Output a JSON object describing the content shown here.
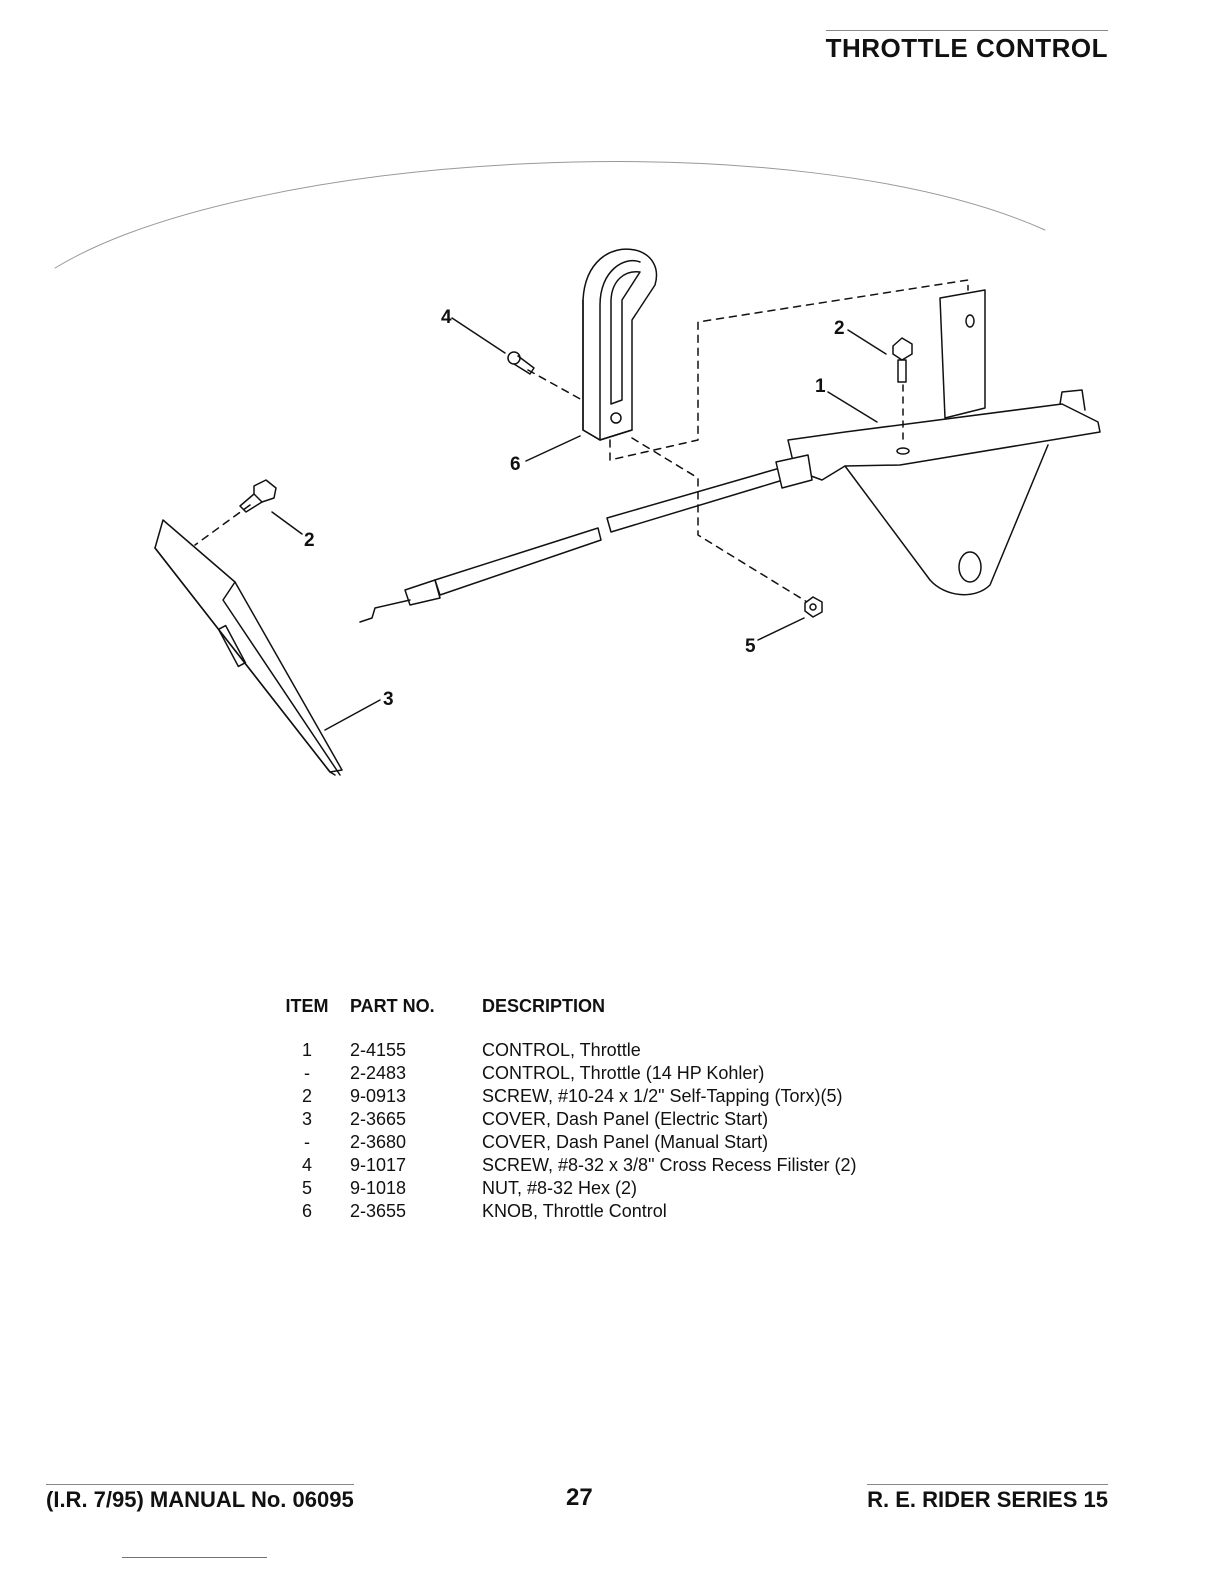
{
  "header": {
    "title": "THROTTLE CONTROL"
  },
  "diagram": {
    "callouts": [
      "1",
      "2",
      "2",
      "3",
      "4",
      "5",
      "6"
    ]
  },
  "parts_table": {
    "headers": {
      "item": "ITEM",
      "part_no": "PART NO.",
      "description": "DESCRIPTION"
    },
    "rows": [
      {
        "item": "1",
        "part_no": "2-4155",
        "description": "CONTROL, Throttle"
      },
      {
        "item": "-",
        "part_no": "2-2483",
        "description": "CONTROL, Throttle (14 HP Kohler)"
      },
      {
        "item": "2",
        "part_no": "9-0913",
        "description": "SCREW, #10-24 x 1/2\" Self-Tapping (Torx)(5)"
      },
      {
        "item": "3",
        "part_no": "2-3665",
        "description": "COVER, Dash Panel (Electric Start)"
      },
      {
        "item": "-",
        "part_no": "2-3680",
        "description": "COVER, Dash Panel (Manual Start)"
      },
      {
        "item": "4",
        "part_no": "9-1017",
        "description": "SCREW, #8-32 x 3/8\" Cross Recess Filister (2)"
      },
      {
        "item": "5",
        "part_no": "9-1018",
        "description": "NUT, #8-32 Hex (2)"
      },
      {
        "item": "6",
        "part_no": "2-3655",
        "description": "KNOB, Throttle Control"
      }
    ]
  },
  "footer": {
    "left": "(I.R. 7/95) MANUAL No. 06095",
    "page_number": "27",
    "right": "R. E. RIDER SERIES 15"
  }
}
